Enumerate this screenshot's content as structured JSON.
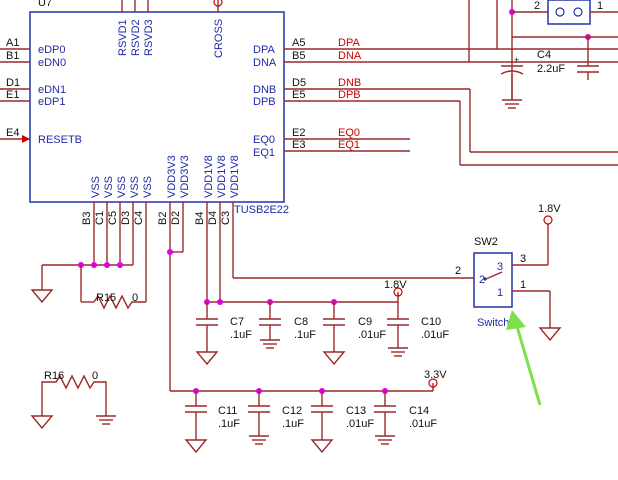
{
  "chip": {
    "ref_partial": "U7",
    "name": "TUSB2E22",
    "left_pins": [
      {
        "num": "A1",
        "name": "eDP0"
      },
      {
        "num": "B1",
        "name": "eDN0"
      },
      {
        "num": "D1",
        "name": "eDN1"
      },
      {
        "num": "E1",
        "name": "eDP1"
      },
      {
        "num": "E4",
        "name": "RESETB"
      }
    ],
    "right_pins": [
      {
        "num": "A5",
        "name": "DPA",
        "net": "DPA"
      },
      {
        "num": "B5",
        "name": "DNA",
        "net": "DNA"
      },
      {
        "num": "D5",
        "name": "DNB",
        "net": "DNB"
      },
      {
        "num": "E5",
        "name": "DPB",
        "net": "DPB"
      },
      {
        "num": "E2",
        "name": "EQ0",
        "net": "EQ0"
      },
      {
        "num": "E3",
        "name": "EQ1",
        "net": "EQ1"
      }
    ],
    "top_pins": [
      "RSVD1",
      "RSVD2",
      "RSVD3",
      "CROSS"
    ],
    "bottom_pins": [
      {
        "num": "B3",
        "name": "VSS"
      },
      {
        "num": "C1",
        "name": "VSS"
      },
      {
        "num": "C5",
        "name": "VSS"
      },
      {
        "num": "D3",
        "name": "VSS"
      },
      {
        "num": "C4",
        "name": "VSS"
      },
      {
        "num": "B2",
        "name": "VDD3V3"
      },
      {
        "num": "D2",
        "name": "VDD3V3"
      },
      {
        "num": "B4",
        "name": "VDD1V8"
      },
      {
        "num": "D4",
        "name": "VDD1V8"
      },
      {
        "num": "C3",
        "name": "VDD1V8"
      }
    ]
  },
  "components": {
    "R15": {
      "ref": "R15",
      "value": "0"
    },
    "R16": {
      "ref": "R16",
      "value": "0"
    },
    "C4": {
      "ref": "C4",
      "value": "2.2uF"
    },
    "C7": {
      "ref": "C7",
      "value": ".1uF"
    },
    "C8": {
      "ref": "C8",
      "value": ".1uF"
    },
    "C9": {
      "ref": "C9",
      "value": ".01uF"
    },
    "C10": {
      "ref": "C10",
      "value": ".01uF"
    },
    "C11": {
      "ref": "C11",
      "value": ".1uF"
    },
    "C12": {
      "ref": "C12",
      "value": ".1uF"
    },
    "C13": {
      "ref": "C13",
      "value": ".01uF"
    },
    "C14": {
      "ref": "C14",
      "value": ".01uF"
    },
    "SW2": {
      "ref": "SW2",
      "type": "Switch",
      "pin1": "1",
      "pin2": "2",
      "pin3": "3"
    },
    "connector": {
      "pin_left": "2",
      "pin_right": "1"
    }
  },
  "nets": {
    "v18_switch": "1.8V",
    "v18_rail": "1.8V",
    "v33_rail": "3.3V",
    "sw_pin2": "2",
    "sw_pin3": "3",
    "sw_pin1": "1"
  },
  "colors": {
    "wire": "#9b2a2a",
    "chip_outline": "#2233aa",
    "net_label": "#cc0000",
    "junction": "#e000e0",
    "annotation_arrow": "#7be04a"
  }
}
